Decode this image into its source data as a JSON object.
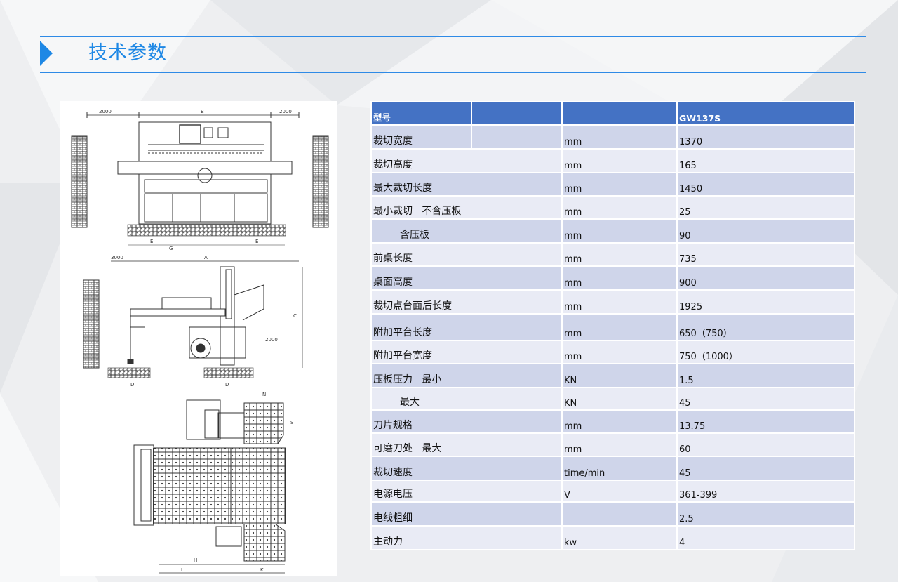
{
  "page": {
    "title": "技术参数"
  },
  "table": {
    "header": {
      "col1": "型号",
      "col2": "",
      "col3": "GW137S"
    },
    "rows": [
      {
        "name": "裁切宽度",
        "unit": "mm",
        "value": "1370",
        "indent": false
      },
      {
        "name": "裁切高度",
        "unit": "mm",
        "value": "165",
        "indent": false
      },
      {
        "name": "最大裁切长度",
        "unit": "mm",
        "value": "1450",
        "indent": false
      },
      {
        "name": "最小裁切   不含压板",
        "unit": "mm",
        "value": "25",
        "indent": false
      },
      {
        "name": "含压板",
        "unit": "mm",
        "value": "90",
        "indent": true
      },
      {
        "name": "前桌长度",
        "unit": "mm",
        "value": "735",
        "indent": false
      },
      {
        "name": "桌面高度",
        "unit": "mm",
        "value": "900",
        "indent": false
      },
      {
        "name": "裁切点台面后长度",
        "unit": "mm",
        "value": "1925",
        "indent": false
      },
      {
        "name": "附加平台长度",
        "unit": "mm",
        "value": "650（750）",
        "indent": false
      },
      {
        "name": "附加平台宽度",
        "unit": "mm",
        "value": "750（1000）",
        "indent": false
      },
      {
        "name": "压板压力   最小",
        "unit": "KN",
        "value": "1.5",
        "indent": false
      },
      {
        "name": "最大",
        "unit": "KN",
        "value": "45",
        "indent": true
      },
      {
        "name": "刀片规格",
        "unit": "mm",
        "value": "13.75",
        "indent": false
      },
      {
        "name": "可磨刀处   最大",
        "unit": "mm",
        "value": "60",
        "indent": false
      },
      {
        "name": "裁切速度",
        "unit": "time/min",
        "value": "45",
        "indent": false
      },
      {
        "name": "电源电压",
        "unit": "V",
        "value": "361-399",
        "indent": false
      },
      {
        "name": "电线粗细",
        "unit": "",
        "value": "2.5",
        "indent": false
      },
      {
        "name": "主动力",
        "unit": "kw",
        "value": "4",
        "indent": false
      }
    ]
  },
  "drawing": {
    "labels": {
      "top_left": "2000",
      "top_mid": "B",
      "top_right": "2000",
      "dim_e1": "E",
      "dim_g": "G",
      "dim_e2": "E",
      "side_left": "3000",
      "side_a": "A",
      "side_c": "C",
      "side_h": "2000",
      "dim_d1": "D",
      "dim_d2": "D",
      "plan_n": "N",
      "plan_s": "S",
      "plan_h": "H",
      "plan_l": "L",
      "plan_k": "K"
    }
  },
  "colors": {
    "accent": "#1e88e5",
    "table_header": "#4472c4",
    "table_band": "#cfd5ea",
    "table_plain": "#e9ebf5"
  }
}
